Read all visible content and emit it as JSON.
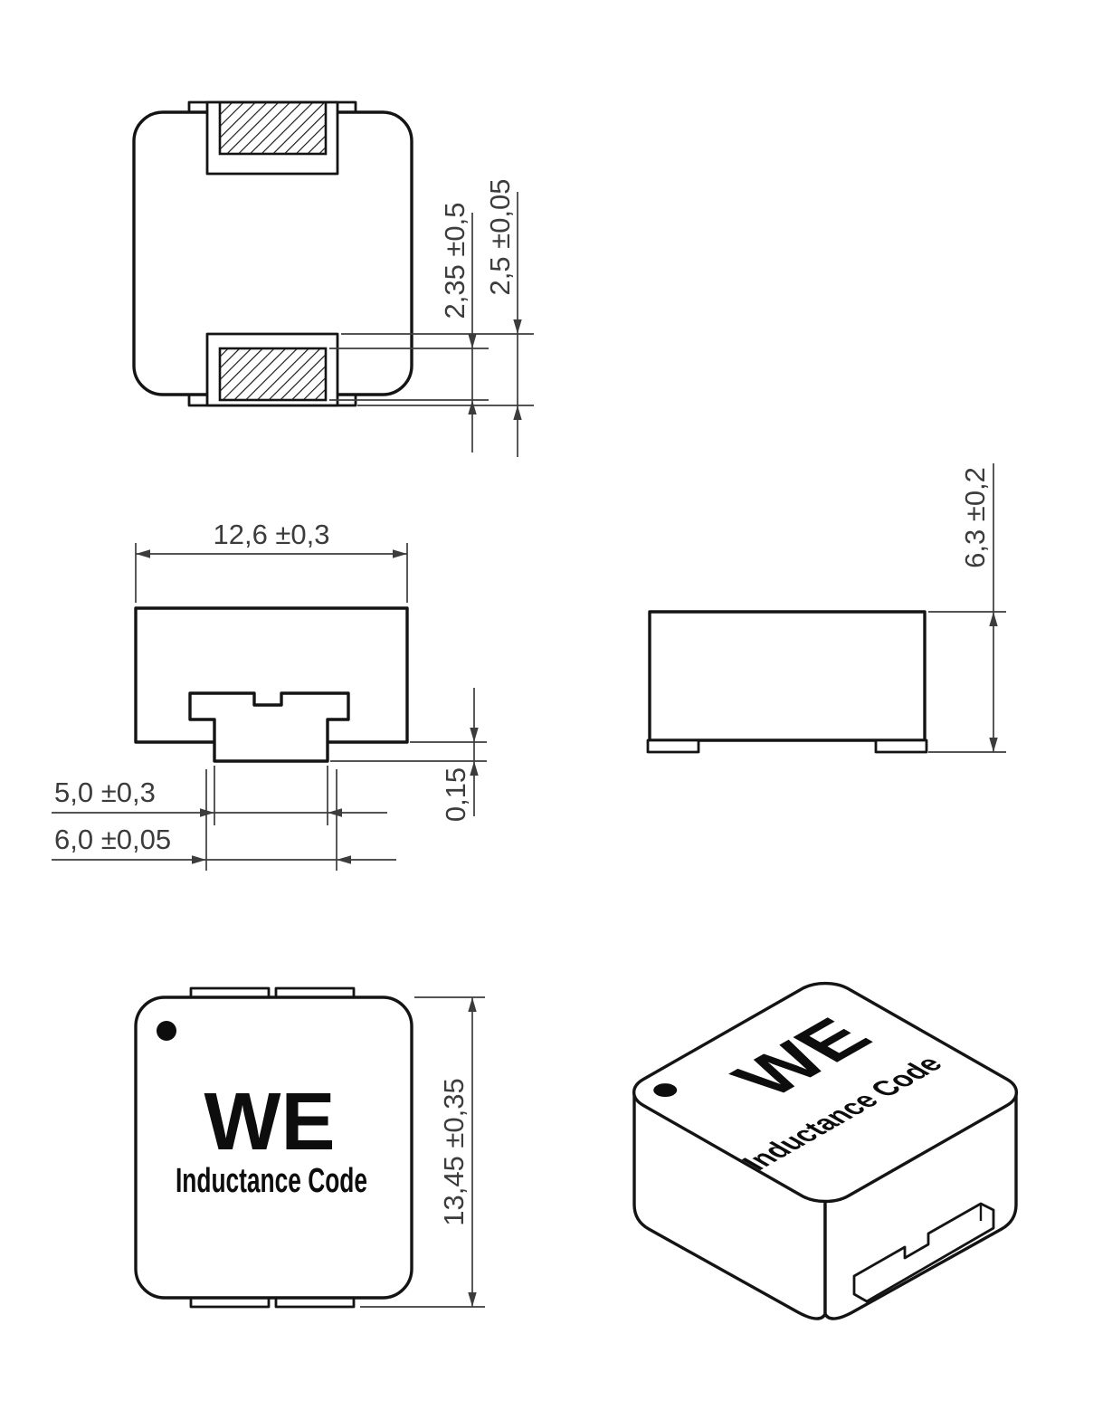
{
  "drawing_type": "inductor-dimensional-drawing",
  "views": {
    "bottom": {
      "dim_pad_length": "2,35 ±0,5",
      "dim_pad_pitch": "2,5 ±0,05"
    },
    "front": {
      "dim_width": "12,6 ±0,3",
      "dim_lead_inner": "5,0 ±0,3",
      "dim_lead_outer": "6,0 ±0,05",
      "dim_standoff": "0,15"
    },
    "side": {
      "dim_height": "6,3 ±0,2"
    },
    "top": {
      "dim_length": "13,45 ±0,35",
      "brand": "WE",
      "code": "Inductance Code"
    },
    "iso": {
      "brand": "WE",
      "code": "Inductance Code"
    }
  },
  "colors": {
    "line": "#141414",
    "dim": "#3c3c3c",
    "background": "#ffffff"
  }
}
